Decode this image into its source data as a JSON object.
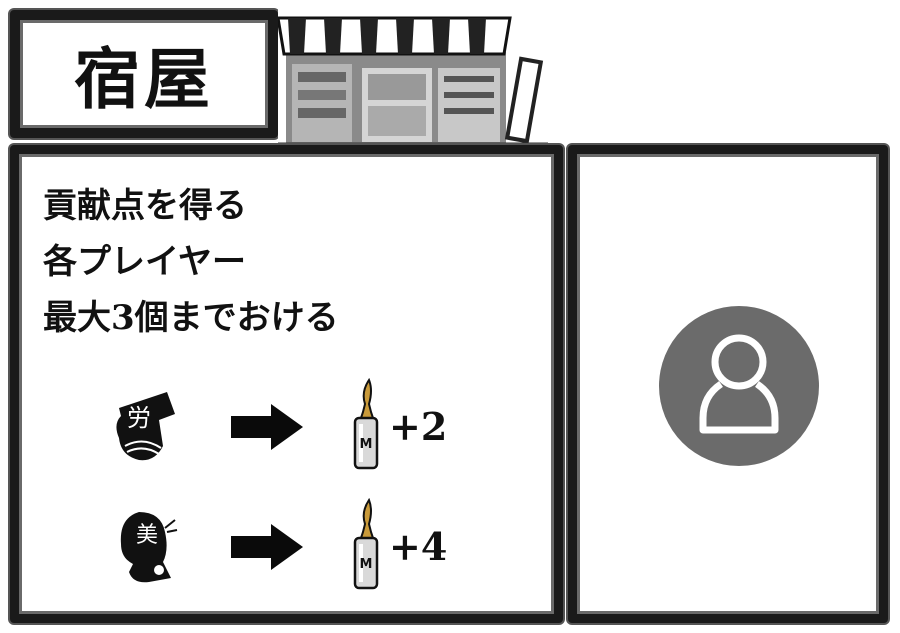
{
  "card": {
    "title": "宿屋",
    "description": [
      "貢献点を得る",
      "各プレイヤー",
      "最大3個までおける"
    ],
    "rewards": [
      {
        "token_icon": "labor-token-icon",
        "token_glyph": "労",
        "arrow_icon": "arrow-right-icon",
        "reward_icon": "ampoule-icon",
        "ampoule_letter": "M",
        "amount": "+2"
      },
      {
        "token_icon": "beauty-token-icon",
        "token_glyph": "美",
        "arrow_icon": "arrow-right-icon",
        "reward_icon": "ampoule-icon",
        "ampoule_letter": "M",
        "amount": "+4"
      }
    ]
  },
  "slot": {
    "icon": "player-placeholder-icon",
    "color": "#6b6b6b"
  }
}
